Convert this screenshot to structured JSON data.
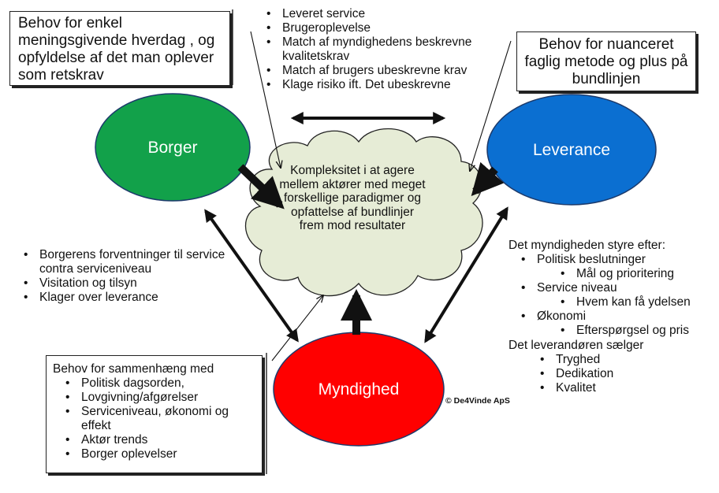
{
  "nodes": {
    "borger": "Borger",
    "leverance": "Leverance",
    "myndighed": "Myndighed"
  },
  "cloud_text": "Kompleksitet i at agere mellem aktører med meget forskellige paradigmer og opfattelse af bundlinjer frem mod resultater",
  "box_borger_needs": "Behov for enkel meningsgivende hverdag , og opfyldelse af det man oplever som retskrav",
  "box_leverance_needs": "Behov for nuanceret faglig metode og plus på bundlinjen",
  "top_list": [
    "Leveret service",
    "Brugeroplevelse",
    "Match af myndighedens beskrevne kvalitetskrav",
    "Match af brugers ubeskrevne krav",
    "Klage risiko ift. Det ubeskrevne"
  ],
  "left_list": [
    "Borgerens forventninger til service contra serviceniveau",
    "Visitation og  tilsyn",
    "Klager over leverance"
  ],
  "myndighed_box": {
    "title": "Behov for sammenhæng med",
    "items": [
      "Politisk dagsorden,",
      "Lovgivning/afgørelser",
      "Serviceniveau, økonomi og effekt",
      "Aktør trends",
      "Borger oplevelser"
    ]
  },
  "right_list": {
    "intro": "Det myndigheden styre efter:",
    "groups": [
      {
        "item": "Politisk beslutninger",
        "sub": "Mål og prioritering"
      },
      {
        "item": "Service niveau",
        "sub": "Hvem kan få ydelsen"
      },
      {
        "item": "Økonomi",
        "sub": "Efterspørgsel og pris"
      }
    ],
    "seller_intro": "Det leverandøren sælger",
    "seller_items": [
      "Tryghed",
      "Dedikation",
      "Kvalitet"
    ]
  },
  "copyright": "© De4Vinde ApS",
  "colors": {
    "borger": "#12a14a",
    "leverance": "#0b6fd1",
    "myndighed": "#ff0000",
    "cloud": "#e6ecd6"
  }
}
